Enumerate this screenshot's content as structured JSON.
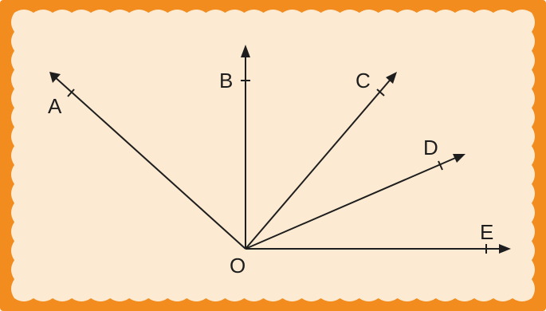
{
  "colors": {
    "frame": "#F28C1F",
    "paper": "#FCEBD2",
    "ink": "#1E1E1E"
  },
  "diagram": {
    "origin_label": "O",
    "rays": [
      {
        "id": "a",
        "label": "A"
      },
      {
        "id": "b",
        "label": "B"
      },
      {
        "id": "c",
        "label": "C"
      },
      {
        "id": "d",
        "label": "D"
      },
      {
        "id": "e",
        "label": "E"
      }
    ]
  }
}
